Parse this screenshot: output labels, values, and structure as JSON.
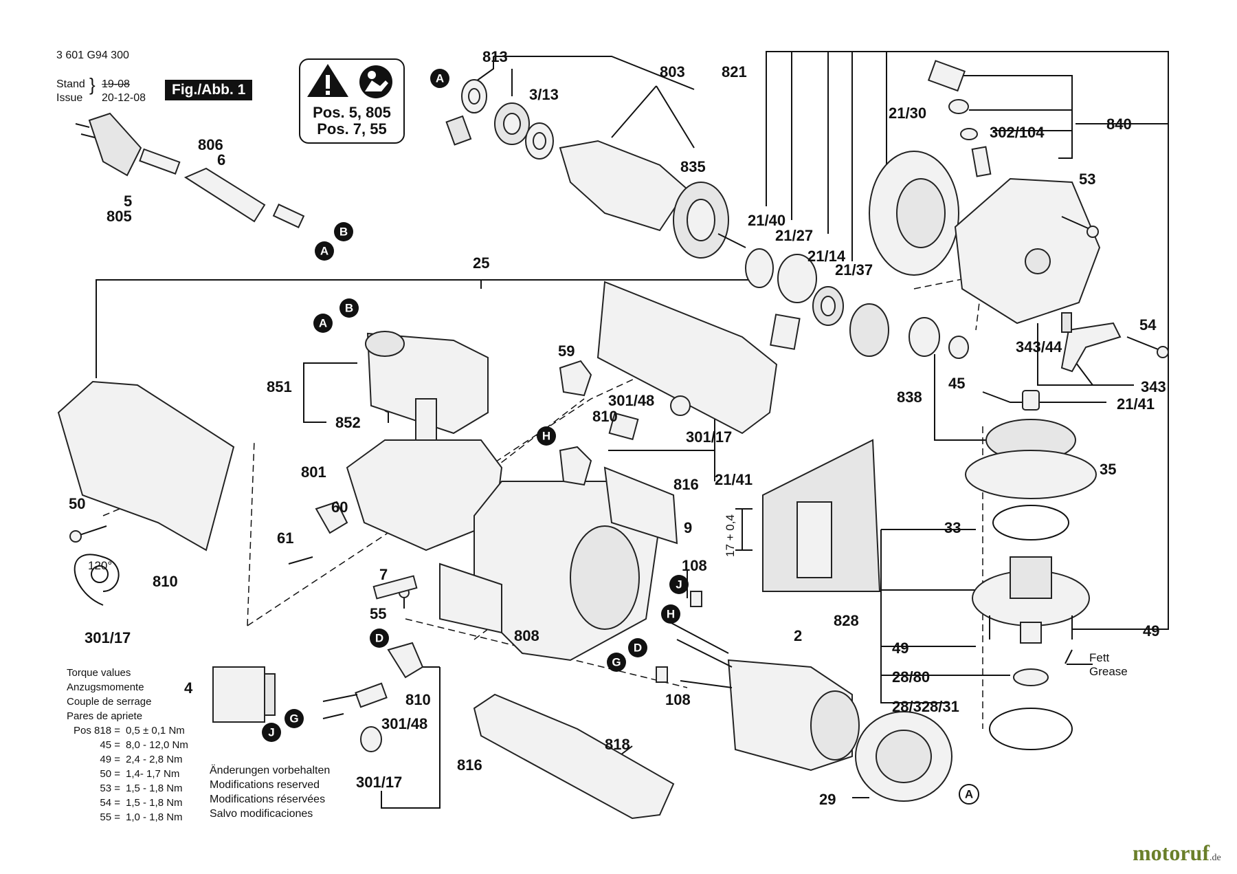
{
  "header": {
    "doc_number": "3 601 G94 300",
    "stand_label": "Stand",
    "issue_label": "Issue",
    "stand_old": "19-08",
    "issue_date": "20-12-08",
    "figure_title": "Fig./Abb. 1"
  },
  "warning_box": {
    "line1": "Pos. 5, 805",
    "line2": "Pos. 7, 55"
  },
  "torque": {
    "titles": [
      "Torque values",
      "Anzugsmomente",
      "Couple de serrage",
      "Pares de apriete"
    ],
    "rows": [
      {
        "pos": "Pos 818 =",
        "value": "0,5 ± 0,1 Nm"
      },
      {
        "pos": "45 =",
        "value": "8,0 - 12,0 Nm"
      },
      {
        "pos": "49 =",
        "value": "2,4 - 2,8 Nm"
      },
      {
        "pos": "50 =",
        "value": "1,4- 1,7 Nm"
      },
      {
        "pos": "53 =",
        "value": "1,5 - 1,8 Nm"
      },
      {
        "pos": "54 =",
        "value": "1,5 - 1,8 Nm"
      },
      {
        "pos": "55 =",
        "value": "1,0 - 1,8 Nm"
      }
    ]
  },
  "notes": [
    "Änderungen vorbehalten",
    "Modifications reserved",
    "Modifications réservées",
    "Salvo modificaciones"
  ],
  "grease": {
    "line1": "Fett",
    "line2": "Grease"
  },
  "dimension": "17 + 0,4",
  "angle": "120°",
  "brand": {
    "name": "motoruf",
    "tld": ".de"
  },
  "part_labels": {
    "p813": "813",
    "p803": "803",
    "p821": "821",
    "p3_13": "3/13",
    "p835": "835",
    "p806": "806",
    "p6": "6",
    "p5": "5",
    "p805": "805",
    "p21_30": "21/30",
    "p302_104": "302/104",
    "p840": "840",
    "p53": "53",
    "p21_40": "21/40",
    "p21_27": "21/27",
    "p21_14": "21/14",
    "p21_37": "21/37",
    "p25": "25",
    "p54": "54",
    "p343_44": "343/44",
    "p343": "343",
    "p21_41": "21/41",
    "p838": "838",
    "p45": "45",
    "p59": "59",
    "p301_48": "301/48",
    "p810": "810",
    "p301_17": "301/17",
    "p851": "851",
    "p852": "852",
    "p801": "801",
    "p816": "816",
    "p35": "35",
    "p50": "50",
    "p60": "60",
    "p61": "61",
    "p9": "9",
    "p33": "33",
    "p108": "108",
    "p7": "7",
    "p55": "55",
    "p808": "808",
    "p2": "2",
    "p828": "828",
    "p49": "49",
    "p28_80": "28/80",
    "p28_328_31": "28/328/31",
    "p4": "4",
    "p818": "818",
    "p29": "29"
  },
  "connectors": [
    "A",
    "B",
    "D",
    "G",
    "H",
    "J"
  ]
}
